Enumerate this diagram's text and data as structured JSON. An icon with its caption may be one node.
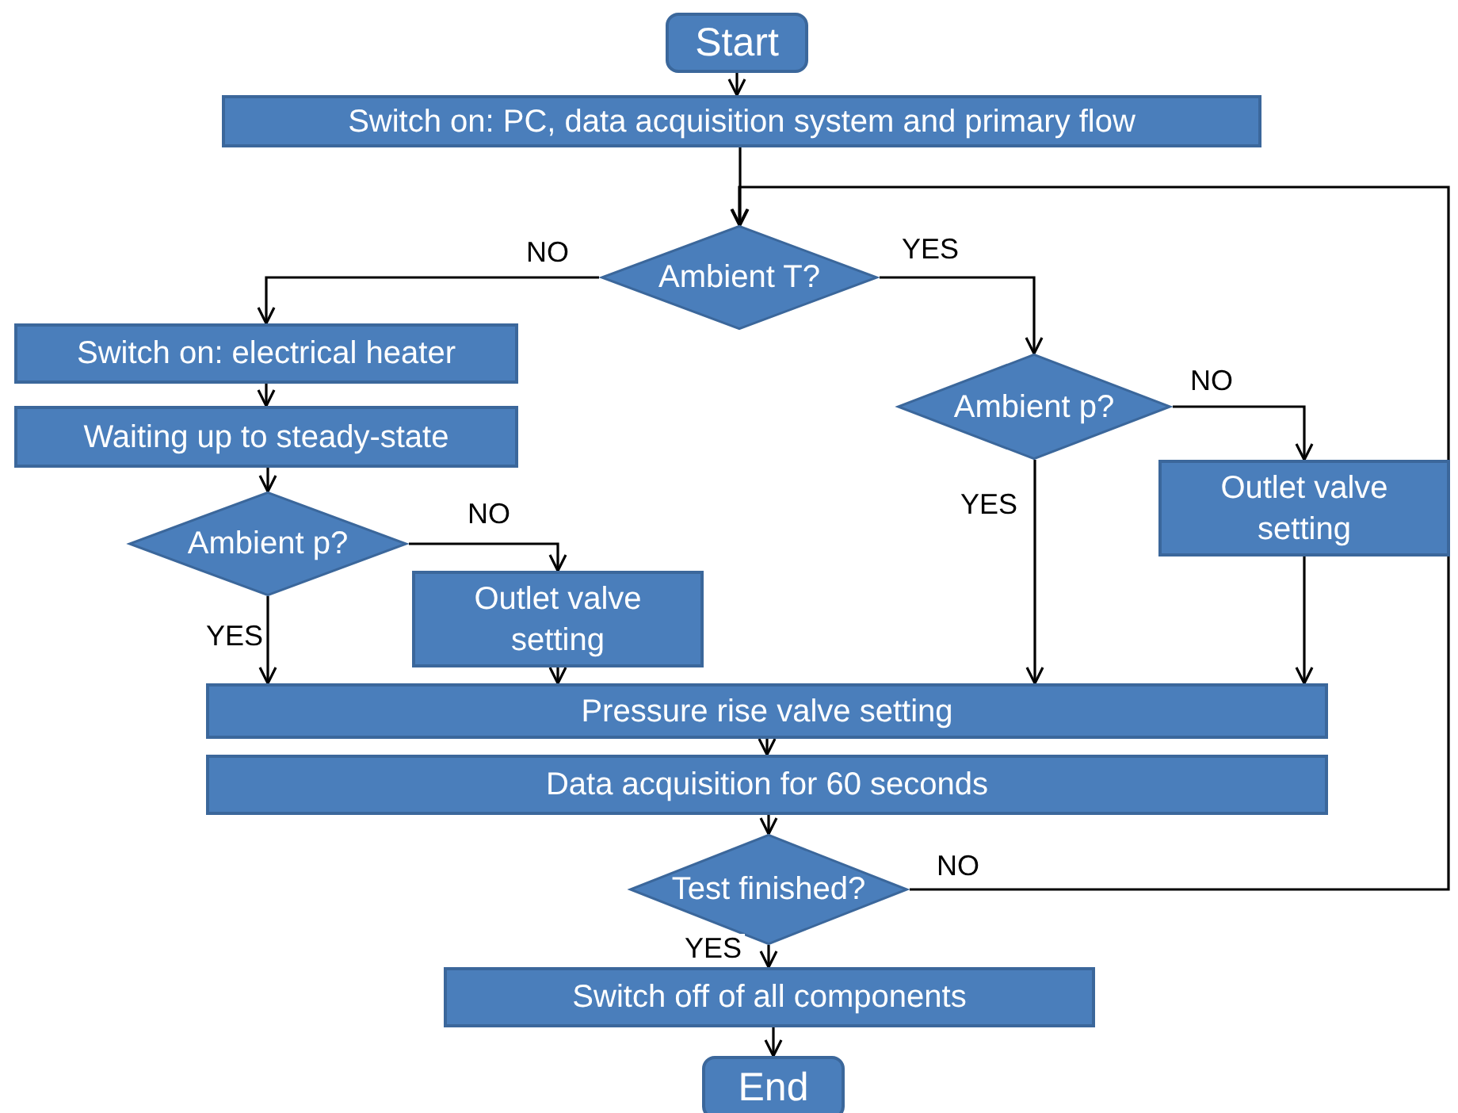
{
  "diagram": {
    "nodes": [
      {
        "text": [
          "Start"
        ]
      },
      {
        "text": [
          "Switch on: PC, data acquisition system and primary flow"
        ]
      },
      {
        "text": [
          "Ambient T?"
        ]
      },
      {
        "text": [
          "Switch on: electrical heater"
        ]
      },
      {
        "text": [
          "Waiting up to steady-state"
        ]
      },
      {
        "text": [
          "Ambient p?"
        ]
      },
      {
        "text": [
          "Outlet valve setting"
        ]
      },
      {
        "text": [
          "Ambient p?"
        ]
      },
      {
        "text": [
          "Outlet valve setting"
        ]
      },
      {
        "text": [
          "Pressure rise valve setting"
        ]
      },
      {
        "text": [
          "Data acquisition for 60 seconds"
        ]
      },
      {
        "text": [
          "Test finished?"
        ]
      },
      {
        "text": [
          "Switch off of all components"
        ]
      },
      {
        "text": [
          "End"
        ]
      }
    ],
    "edges": [
      {
        "from": 0,
        "to": 1,
        "arrow": "to"
      },
      {
        "from": 1,
        "to": 2,
        "arrow": "to"
      },
      {
        "from": 2,
        "to": 3,
        "arrow": "to",
        "label": "NO"
      },
      {
        "from": 2,
        "to": 7,
        "arrow": "to",
        "label": "YES"
      },
      {
        "from": 3,
        "to": 4,
        "arrow": "to"
      },
      {
        "from": 4,
        "to": 5,
        "arrow": "to"
      },
      {
        "from": 5,
        "to": 6,
        "arrow": "to",
        "label": "NO"
      },
      {
        "from": 5,
        "to": 9,
        "arrow": "to",
        "label": "YES"
      },
      {
        "from": 6,
        "to": 9,
        "arrow": "to"
      },
      {
        "from": 7,
        "to": 8,
        "arrow": "to",
        "label": "NO"
      },
      {
        "from": 7,
        "to": 9,
        "arrow": "to",
        "label": "YES"
      },
      {
        "from": 8,
        "to": 9,
        "arrow": "to"
      },
      {
        "from": 9,
        "to": 10,
        "arrow": "to"
      },
      {
        "from": 10,
        "to": 11,
        "arrow": "to"
      },
      {
        "from": 11,
        "to": 12,
        "arrow": "to",
        "label": "YES"
      },
      {
        "from": 11,
        "to": 2,
        "arrow": "to",
        "label": "NO"
      },
      {
        "from": 12,
        "to": 13,
        "arrow": "to"
      }
    ]
  }
}
